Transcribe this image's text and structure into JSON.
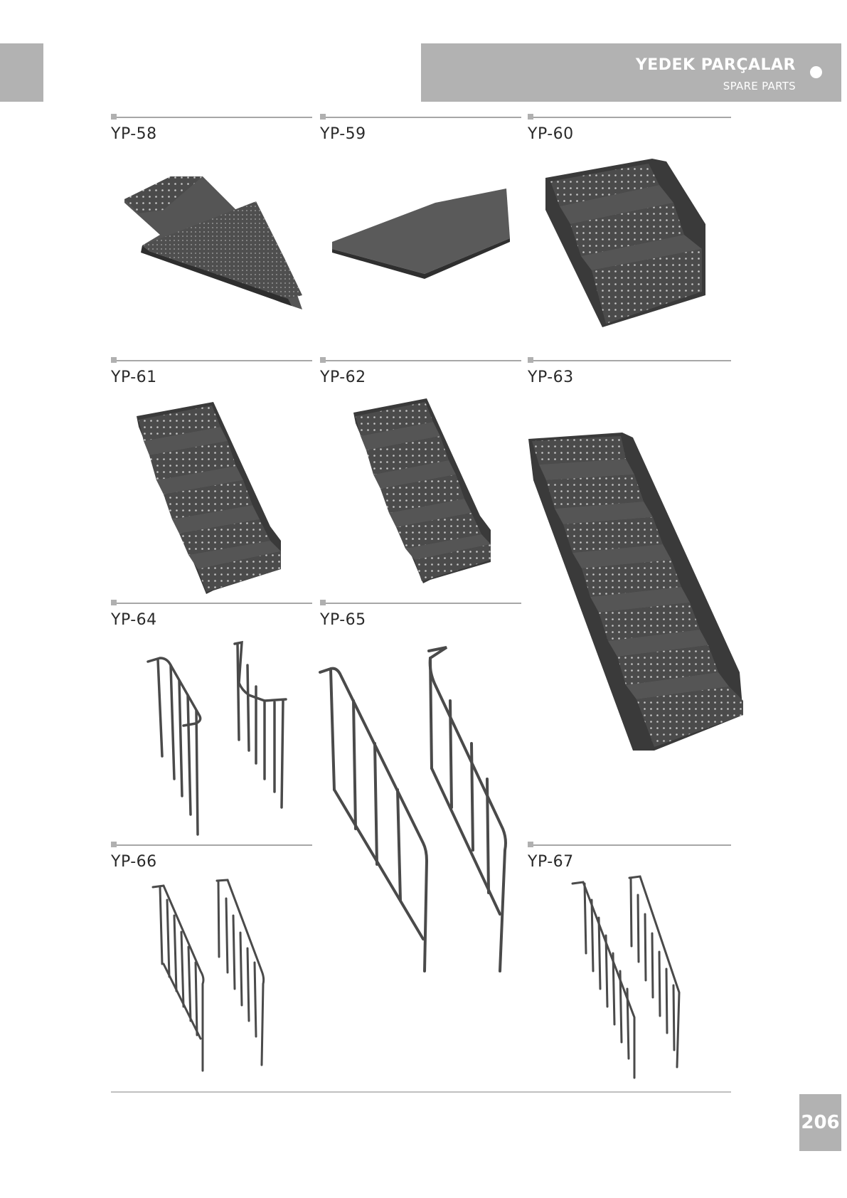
{
  "header": {
    "title": "YEDEK PARÇALAR",
    "subtitle": "SPARE PARTS"
  },
  "items": [
    {
      "code": "YP-58"
    },
    {
      "code": "YP-59"
    },
    {
      "code": "YP-60"
    },
    {
      "code": "YP-61"
    },
    {
      "code": "YP-62"
    },
    {
      "code": "YP-63"
    },
    {
      "code": "YP-64"
    },
    {
      "code": "YP-65"
    },
    {
      "code": "YP-66"
    },
    {
      "code": "YP-67"
    }
  ],
  "page_number": "206",
  "colors": {
    "header_bg": "#b2b2b2",
    "part_dark": "#4a4a4a"
  }
}
